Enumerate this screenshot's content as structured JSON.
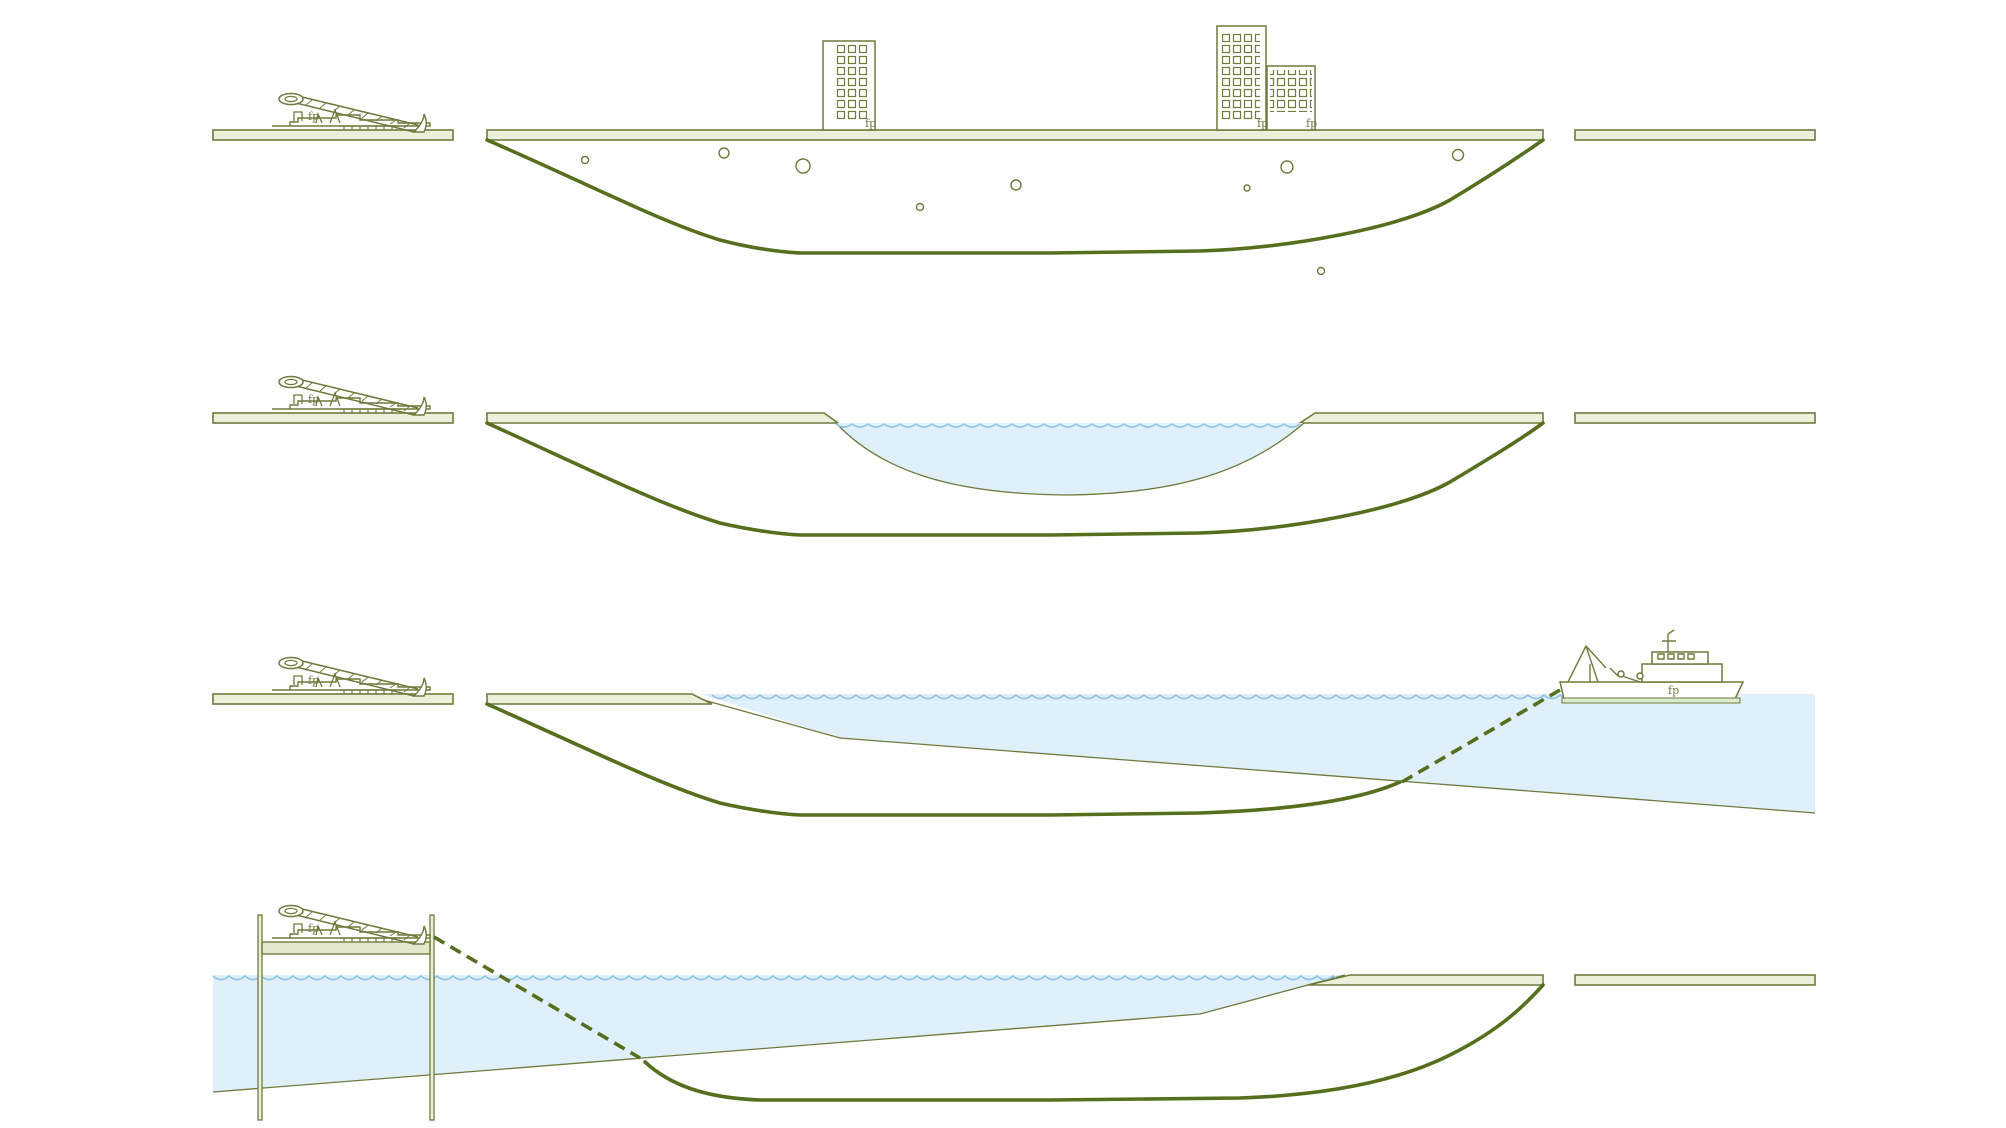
{
  "diagram": {
    "panels": [
      {
        "id": "bore-under-city",
        "features": [
          "drill-rig",
          "road-ground",
          "buildings",
          "bore-path",
          "soil-bubbles"
        ]
      },
      {
        "id": "bore-under-lake",
        "features": [
          "drill-rig",
          "road-ground",
          "lake-water",
          "bore-path"
        ]
      },
      {
        "id": "shore-to-sea-ship",
        "features": [
          "drill-rig",
          "road-ground",
          "sea-water",
          "bore-path",
          "vessel"
        ]
      },
      {
        "id": "platform-to-shore",
        "features": [
          "drill-rig",
          "pile-platform",
          "sea-water",
          "bore-path",
          "road-ground"
        ]
      }
    ],
    "equipment_mark": "fp",
    "icons": [
      "drill-rig-icon",
      "building-icon",
      "ship-icon"
    ]
  },
  "colors": {
    "pipe_line": "#566f1e",
    "outline": "#6f7a3c",
    "ground_fill": "#ecefd9",
    "water_fill": "#dff0fa",
    "water_line": "#8fc3e6"
  }
}
